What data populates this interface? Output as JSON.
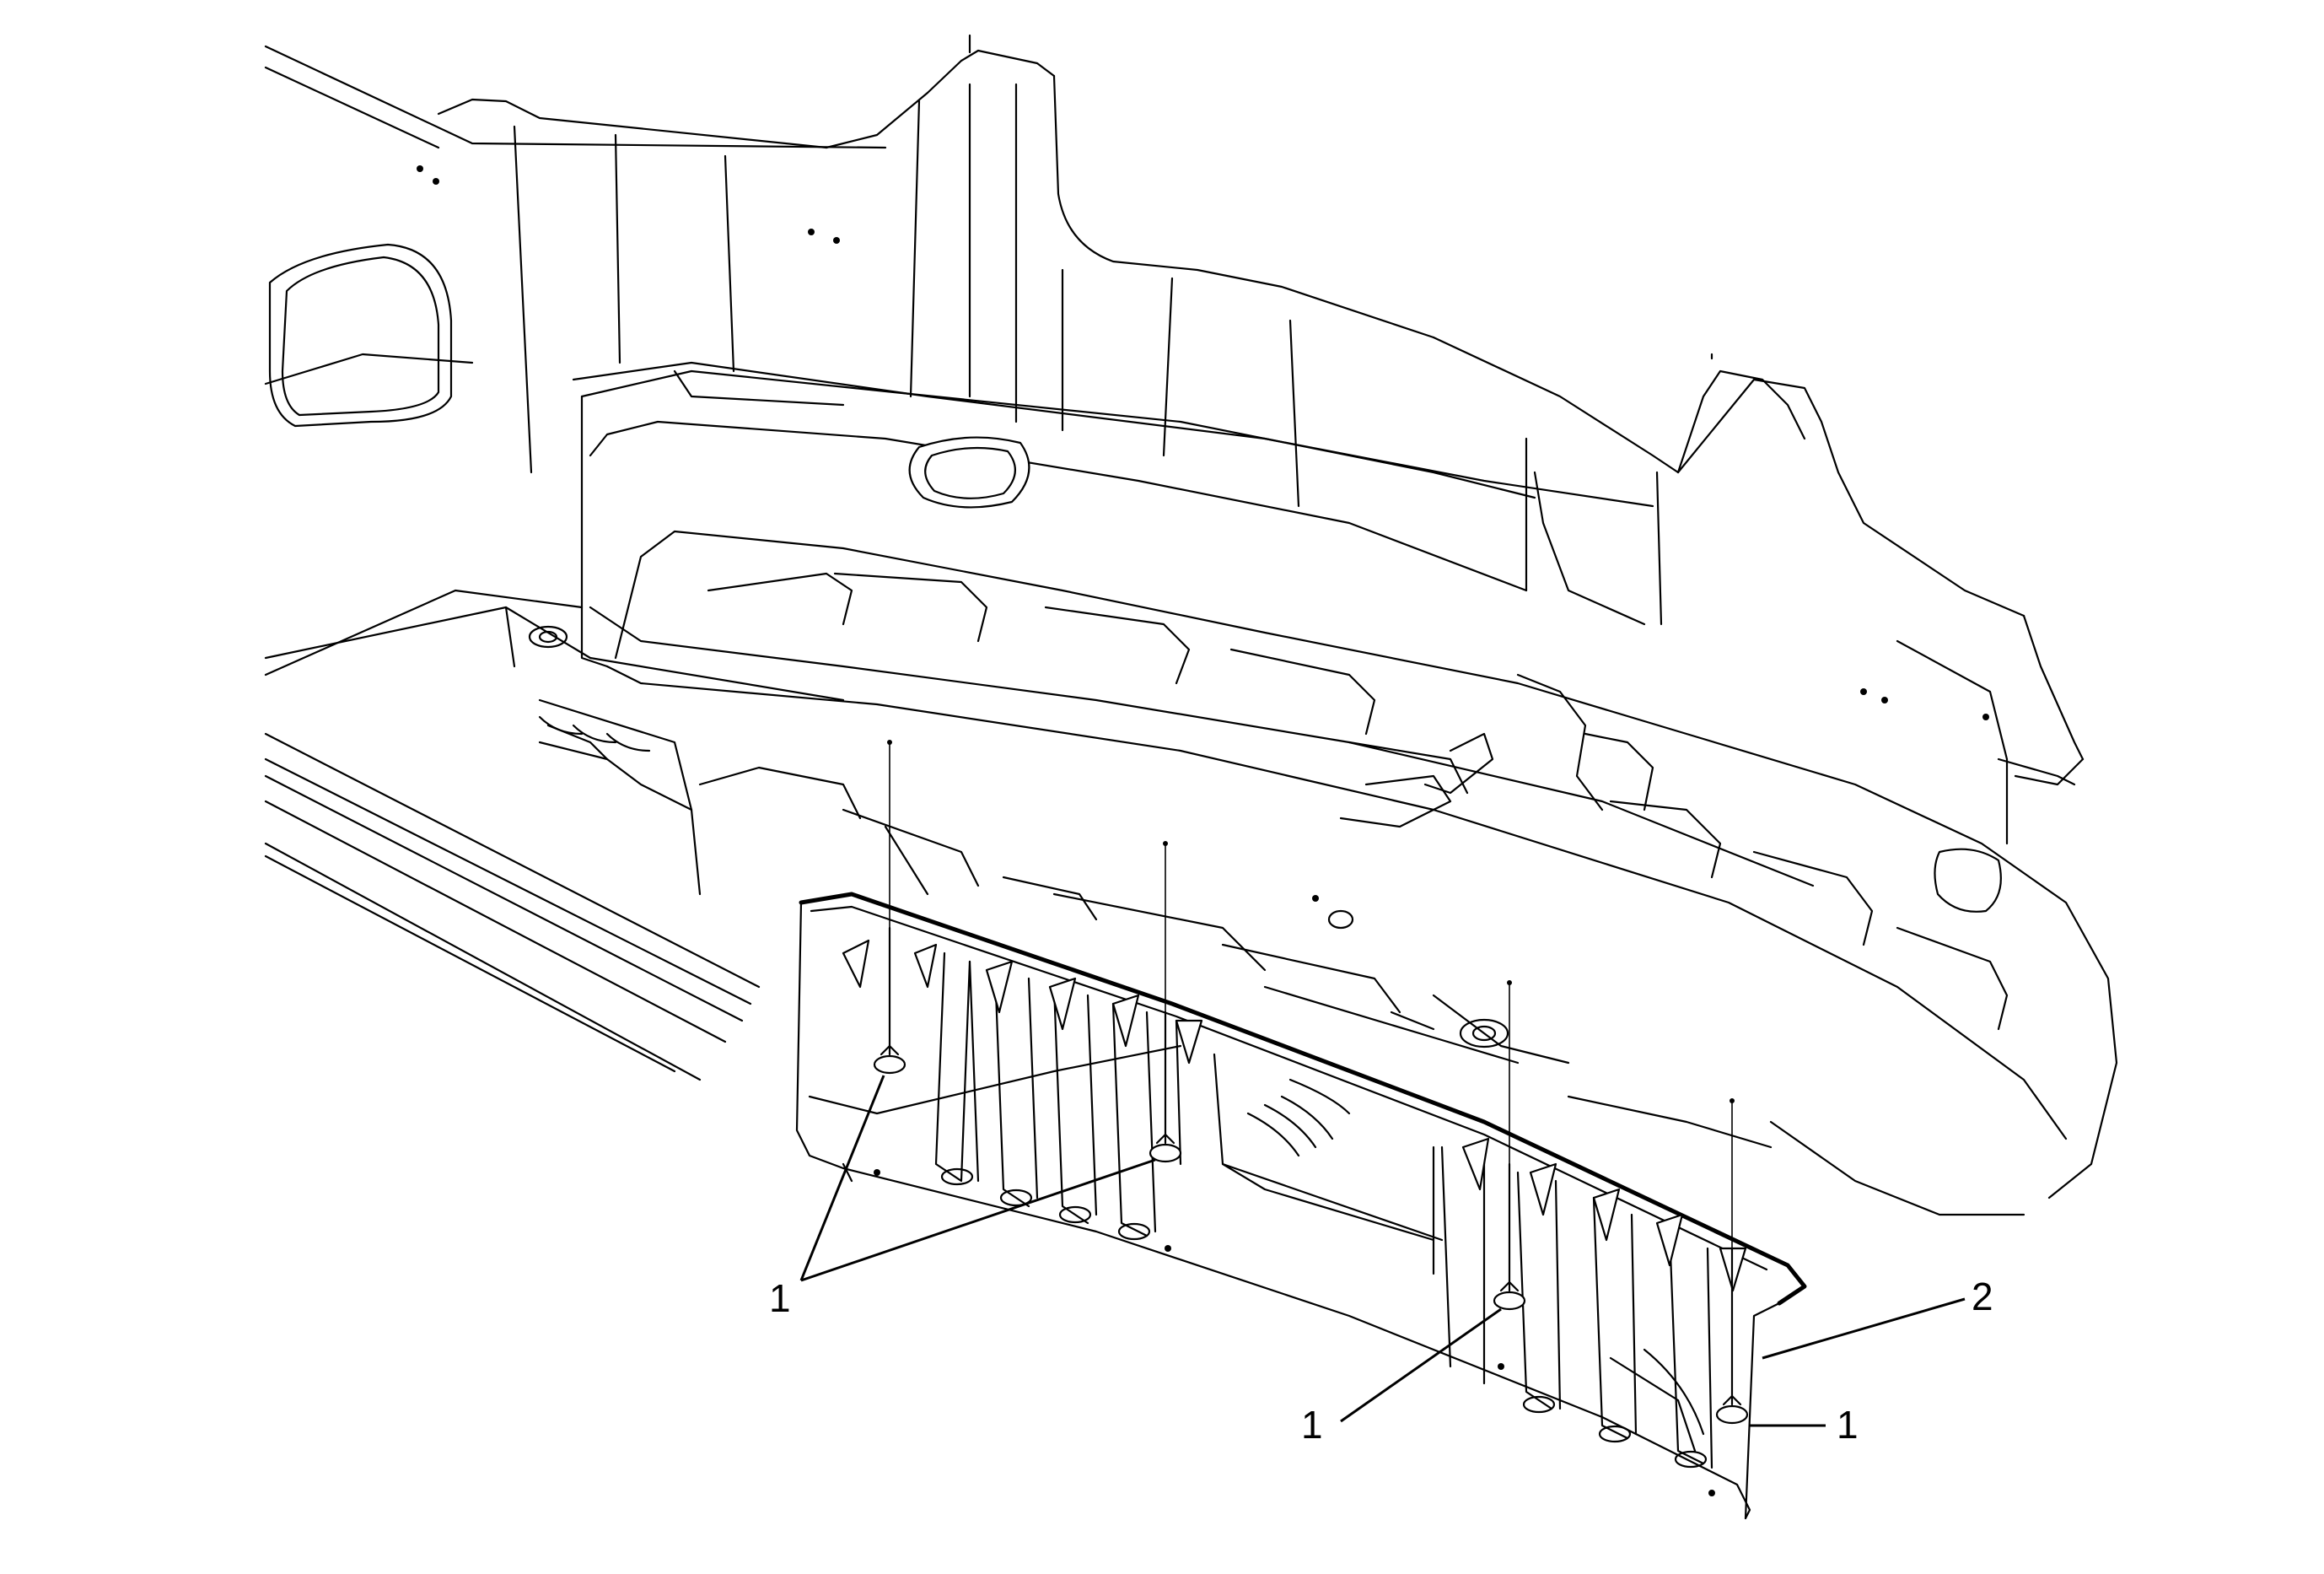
{
  "callouts": {
    "fastener_a": "1",
    "fastener_b": "1",
    "fastener_c": "1",
    "shield": "2"
  },
  "colors": {
    "line": "#000000",
    "background": "#ffffff"
  }
}
